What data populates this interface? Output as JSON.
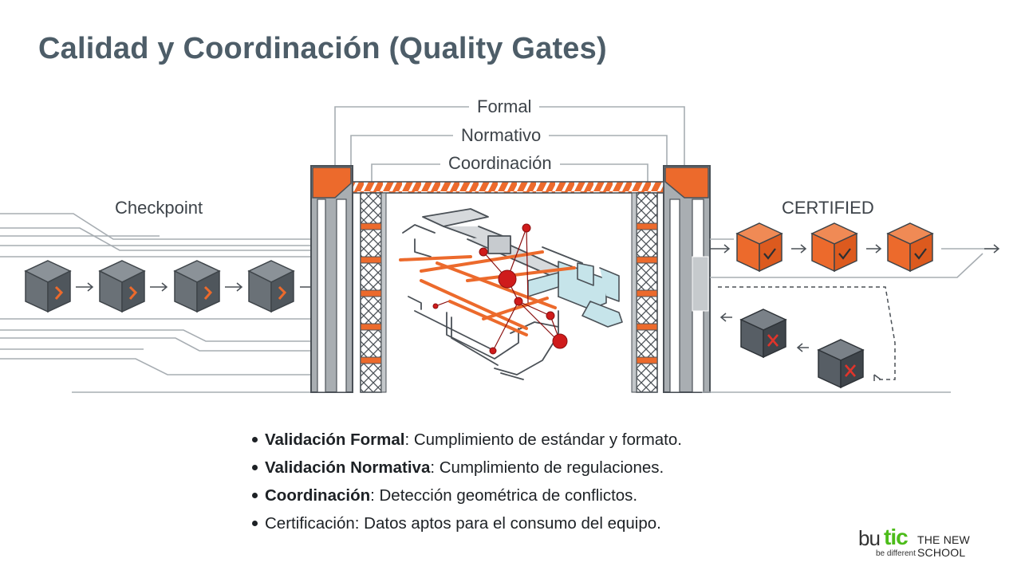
{
  "title": "Calidad y Coordinación (Quality Gates)",
  "gate_labels": {
    "formal": "Formal",
    "normativo": "Normativo",
    "coordinacion": "Coordinación"
  },
  "checkpoint_label": "Checkpoint",
  "certified_label": "CERTIFIED",
  "bullets": [
    {
      "bold": "Validación Formal",
      "text": ": Cumplimiento de estándar y formato."
    },
    {
      "bold": "Validación Normativa",
      "text": ": Cumplimiento de regulaciones."
    },
    {
      "bold": "Coordinación",
      "text": ": Detección geométrica de conflictos."
    },
    {
      "bold": "",
      "text": "Certificación: Datos aptos para el consumo del equipo."
    }
  ],
  "logo": {
    "bu": "bu",
    "tic": "tic",
    "school": "THE NEW SCHOOL",
    "tagline": "be different"
  },
  "colors": {
    "accent": "#ec6a2c",
    "cube_gray": "#5f666d",
    "title": "#4d5d68",
    "frame": "#4b5157",
    "line": "#a7adb2",
    "clash": "#cf1b1b",
    "logo_green": "#4cbc1a"
  }
}
